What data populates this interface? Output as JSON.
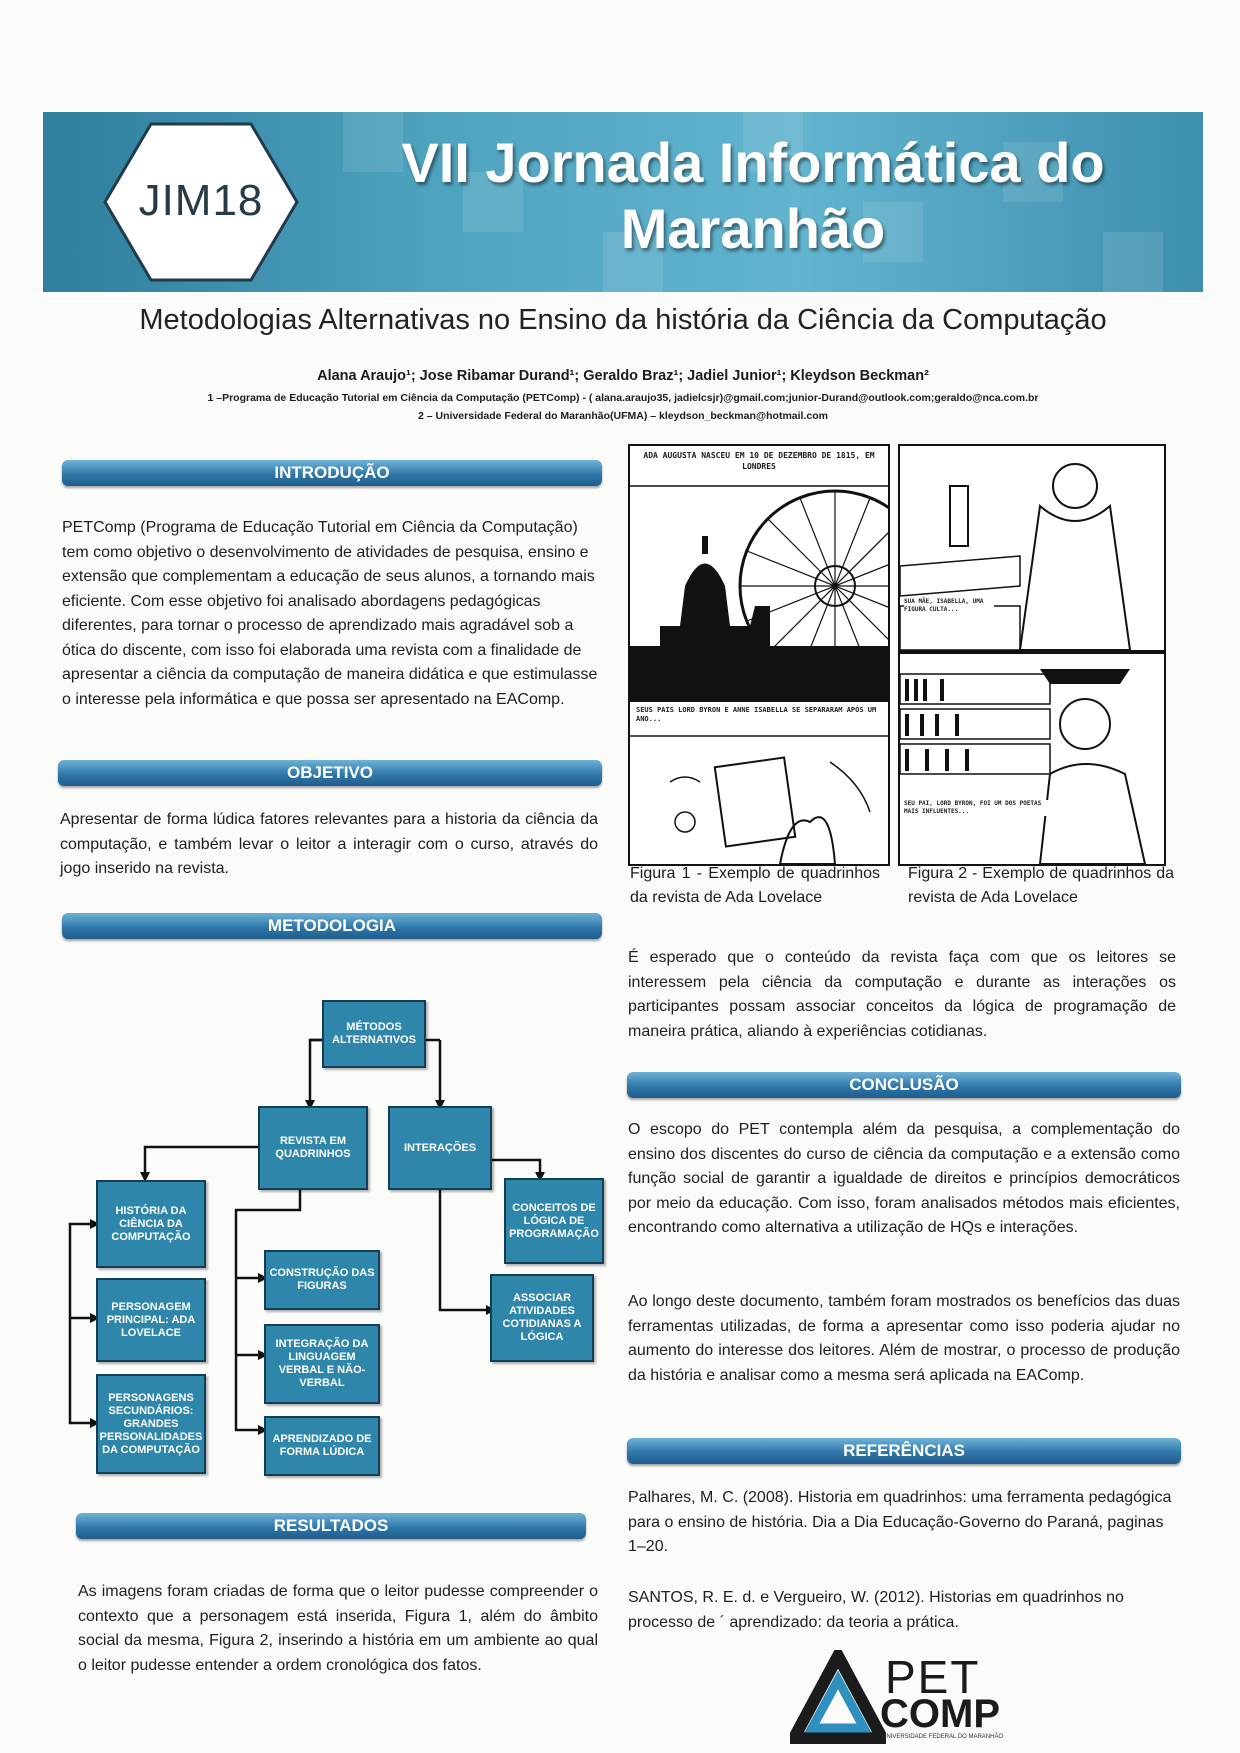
{
  "header": {
    "logo_text": "JIM18",
    "title_line1": "VII Jornada Informática do",
    "title_line2": "Maranhão"
  },
  "paper": {
    "title": "Metodologias Alternativas no Ensino da história da Ciência da Computação",
    "authors": "Alana Araujo¹; Jose Ribamar Durand¹; Geraldo Braz¹; Jadiel Junior¹; Kleydson Beckman²",
    "affiliation1": "1 –Programa de Educação Tutorial em Ciência da Computação (PETComp) - ( alana.araujo35, jadielcsjr)@gmail.com;junior-Durand@outlook.com;geraldo@nca.com.br",
    "affiliation2": "2 – Universidade Federal do Maranhão(UFMA) – kleydson_beckman@hotmail.com"
  },
  "sections": {
    "introducao": {
      "title": "INTRODUÇÃO",
      "text": "PETComp (Programa de Educação Tutorial em Ciência da Computação) tem como objetivo o desenvolvimento de atividades de pesquisa, ensino e extensão que complementam a educação de seus alunos, a tornando mais eficiente. Com esse objetivo foi analisado abordagens pedagógicas diferentes, para tornar o processo de aprendizado mais agradável sob a ótica do discente, com isso foi elaborada uma revista com a finalidade de apresentar a ciência da computação de maneira didática e que estimulasse o interesse pela informática e que possa ser apresentado na EAComp."
    },
    "objetivo": {
      "title": "OBJETIVO",
      "text": "Apresentar de forma lúdica fatores relevantes para a historia da ciência da computação, e também levar o leitor a interagir com o curso, através do jogo inserido na revista."
    },
    "metodologia": {
      "title": "METODOLOGIA"
    },
    "resultados": {
      "title": "RESULTADOS",
      "text": "As imagens foram criadas de forma que o leitor pudesse compreender o contexto que a personagem está inserida, Figura 1, além do âmbito social da mesma, Figura 2, inserindo a história em um ambiente ao qual o leitor pudesse entender a ordem cronológica dos fatos."
    },
    "conclusao": {
      "title": "CONCLUSÃO",
      "text1": "O escopo do PET contempla além da pesquisa, a complementação do ensino dos discentes do curso de ciência da computação e a extensão como função social de garantir a igualdade de direitos e princípios democráticos por meio da educação. Com isso, foram analisados métodos mais eficientes, encontrando como alternativa a utilização de HQs e interações.",
      "text2": "Ao longo deste documento, também foram mostrados os benefícios das duas ferramentas utilizadas, de forma a apresentar como isso poderia ajudar no aumento do interesse dos leitores. Além de mostrar, o processo de produção da história e analisar como a mesma será aplicada na EAComp."
    },
    "referencias": {
      "title": "REFERÊNCIAS",
      "ref1": "Palhares, M. C. (2008). Historia em quadrinhos: uma ferramenta pedagógica para o ensino de história. Dia a Dia Educação-Governo do Paraná, paginas 1–20.",
      "ref2": "SANTOS, R. E. d. e Vergueiro, W. (2012). Historias em quadrinhos no processo de ´ aprendizado: da teoria a prática."
    }
  },
  "results_extra": "É esperado que o conteúdo da revista faça com que os leitores se interessem pela ciência da computação e durante as interações os participantes possam associar conceitos da lógica de programação de maneira prática, aliando à experiências cotidianas.",
  "figures": {
    "fig1_caption": "Figura 1 - Exemplo de quadrinhos da revista de Ada Lovelace",
    "fig2_caption": "Figura 2 - Exemplo de quadrinhos da revista de Ada Lovelace",
    "comic1_top_text": "ADA AUGUSTA NASCEU EM 10 DE DEZEMBRO DE 1815, EM LONDRES",
    "comic1_bottom_text": "SEUS PAIS LORD BYRON E ANNE ISABELLA SE SEPARARAM APÓS UM ANO...",
    "comic2_top_text": "SUA MÃE, ISABELLA, UMA FIGURA CULTA...",
    "comic2_bottom_text": "SEU PAI, LORD BYRON, FOI UM DOS POETAS MAIS INFLUENTES..."
  },
  "flowchart": {
    "root": "MÉTODOS ALTERNATIVOS",
    "revista": "REVISTA EM QUADRINHOS",
    "interacoes": "INTERAÇÕES",
    "historia": "HISTÓRIA DA CIÊNCIA DA COMPUTAÇÃO",
    "personagem_principal": "PERSONAGEM PRINCIPAL: ADA LOVELACE",
    "personagens_secundarios": "PERSONAGENS SECUNDÁRIOS: GRANDES PERSONALIDADES DA COMPUTAÇÃO",
    "construcao": "CONSTRUÇÃO DAS FIGURAS",
    "integracao": "INTEGRAÇÃO DA LINGUAGEM VERBAL E NÃO-VERBAL",
    "aprendizado": "APRENDIZADO DE FORMA LÚDICA",
    "conceitos": "CONCEITOS DE LÓGICA DE PROGRAMAÇÃO",
    "associar": "ASSOCIAR ATIVIDADES COTIDIANAS A LÓGICA"
  },
  "pet_logo": {
    "line1": "PET",
    "line2": "COMP",
    "subtitle": "UNIVERSIDADE FEDERAL DO MARANHÃO"
  },
  "colors": {
    "header_blue": "#4fa4c0",
    "bar_blue": "#2f78aa",
    "flow_box": "#2f86ab"
  }
}
